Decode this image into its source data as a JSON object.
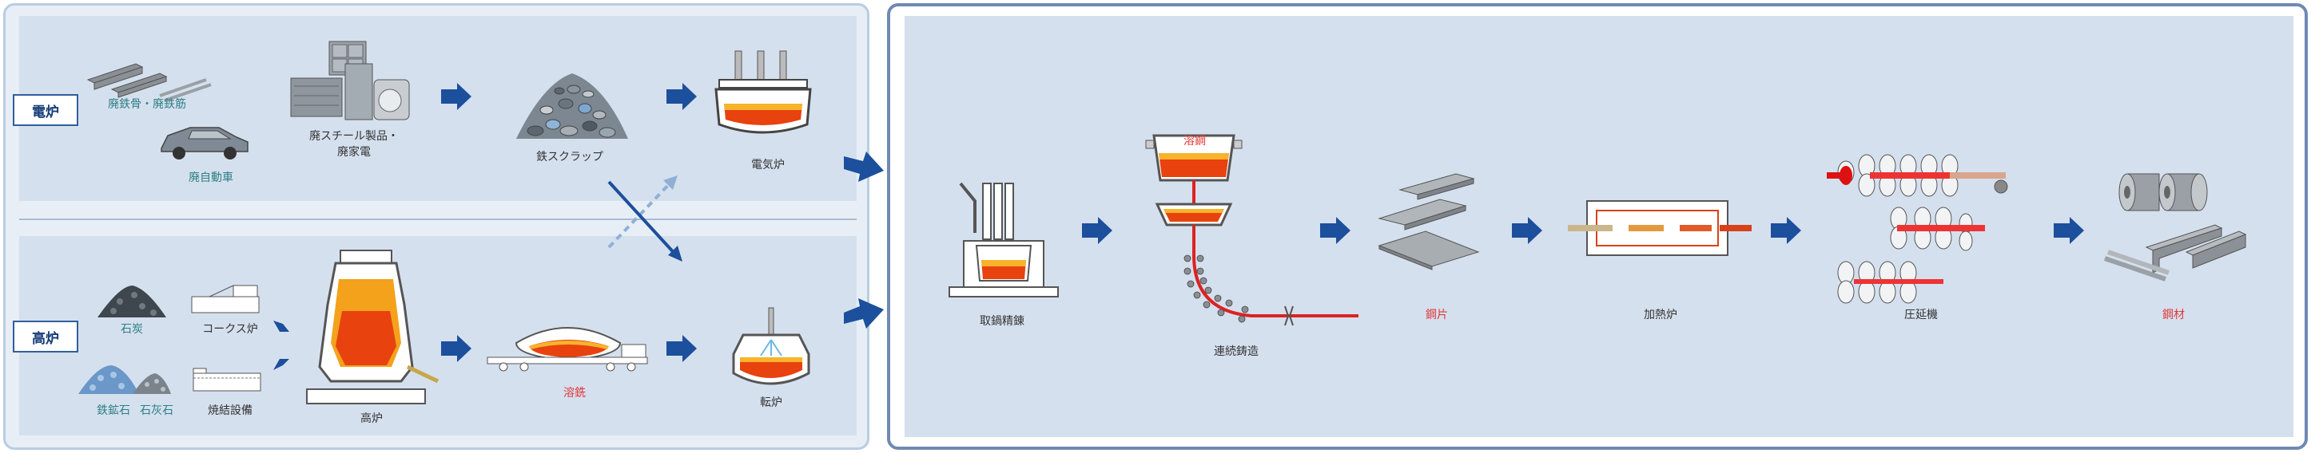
{
  "left": {
    "eaf_tag": "電炉",
    "bf_tag": "高炉",
    "labels": {
      "scrap_rebar": "廃鉄骨・廃鉄筋",
      "scrap_car": "廃自動車",
      "scrap_appliance_line1": "廃スチール製品・",
      "scrap_appliance_line2": "廃家電",
      "iron_scrap": "鉄スクラップ",
      "eaf": "電気炉",
      "coal": "石炭",
      "coke_oven": "コークス炉",
      "iron_ore": "鉄鉱石",
      "limestone": "石灰石",
      "sintering": "焼結設備",
      "blast_furnace": "高炉",
      "hot_metal": "溶銑",
      "converter": "転炉"
    }
  },
  "right": {
    "labels": {
      "ladle_refining": "取鍋精錬",
      "molten_steel": "溶鋼",
      "continuous_casting": "連続鋳造",
      "slab": "鋼片",
      "reheating_furnace": "加熱炉",
      "rolling_mill": "圧延機",
      "steel_products": "鋼材"
    }
  },
  "colors": {
    "arrow": "#1c4f9c",
    "teal_text": "#2c7f86",
    "red_text": "#e03838",
    "panel_fill": "#d5e0ee"
  }
}
